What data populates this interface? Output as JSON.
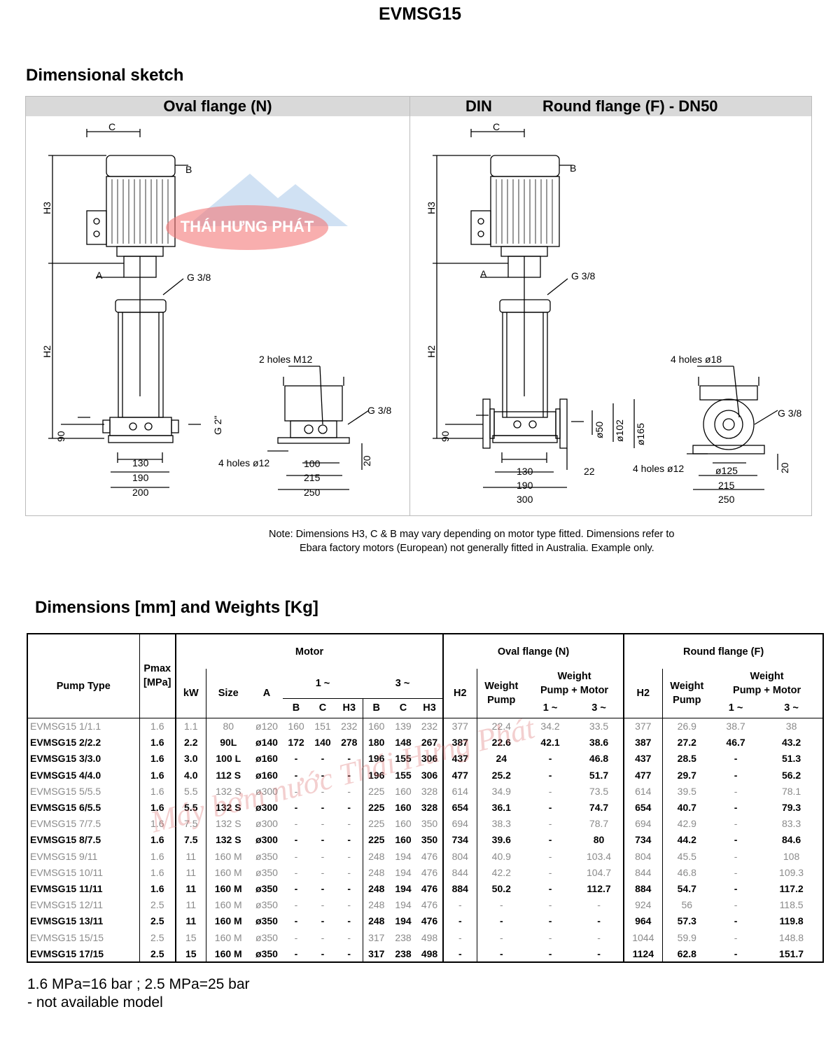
{
  "title": "EVMSG15",
  "sketch": {
    "heading": "Dimensional sketch",
    "oval_header": "Oval flange (N)",
    "din_label": "DIN",
    "round_header": "Round flange (F) - DN50",
    "oval": {
      "c": "C",
      "b": "B",
      "a": "A",
      "h3": "H3",
      "h2": "H2",
      "g38": "G 3/8",
      "g38b": "G 3/8",
      "g2": "G 2\"",
      "v90": "90",
      "d130": "130",
      "d190": "190",
      "d200": "200",
      "holes_m12": "2 holes M12",
      "holes_12": "4 holes ø12",
      "d100": "100",
      "d215": "215",
      "d250": "250",
      "d20": "20"
    },
    "round": {
      "c": "C",
      "b": "B",
      "a": "A",
      "h3": "H3",
      "h2": "H2",
      "g38": "G 3/8",
      "g38b": "G 3/8",
      "v90": "90",
      "d50": "ø50",
      "d102": "ø102",
      "d165": "ø165",
      "d130": "130",
      "d190": "190",
      "d300": "300",
      "d22": "22",
      "holes_18": "4 holes ø18",
      "holes_12": "4 holes ø12",
      "d125": "ø125",
      "d215": "215",
      "d250": "250",
      "d20": "20"
    },
    "watermark_logo": "THÁI HƯNG PHÁT"
  },
  "note": {
    "line1": "Note: Dimensions H3, C & B may vary depending on motor type fitted. Dimensions refer to",
    "line2": "Ebara factory motors (European) not generally fitted in Australia. Example only."
  },
  "table": {
    "heading": "Dimensions [mm] and Weights [Kg]",
    "headers": {
      "pump_type": "Pump Type",
      "pmax": "Pmax\n[MPa]",
      "motor": "Motor",
      "kw": "kW",
      "size": "Size",
      "a": "A",
      "one_phase": "1 ~",
      "three_phase": "3 ~",
      "b": "B",
      "c": "C",
      "h3": "H3",
      "oval": "Oval flange (N)",
      "round": "Round flange (F)",
      "h2": "H2",
      "weight_pump": "Weight\nPump",
      "weight_pm": "Weight\nPump + Motor",
      "w1": "1 ~",
      "w3": "3 ~"
    },
    "rows": [
      [
        "EVMSG15 1/1.1",
        "1.6",
        "1.1",
        "80",
        "ø120",
        "160",
        "151",
        "232",
        "160",
        "139",
        "232",
        "377",
        "22.4",
        "34.2",
        "33.5",
        "377",
        "26.9",
        "38.7",
        "38"
      ],
      [
        "EVMSG15 2/2.2",
        "1.6",
        "2.2",
        "90L",
        "ø140",
        "172",
        "140",
        "278",
        "180",
        "148",
        "267",
        "387",
        "22.6",
        "42.1",
        "38.6",
        "387",
        "27.2",
        "46.7",
        "43.2"
      ],
      [
        "EVMSG15 3/3.0",
        "1.6",
        "3.0",
        "100 L",
        "ø160",
        "-",
        "-",
        "-",
        "196",
        "155",
        "306",
        "437",
        "24",
        "-",
        "46.8",
        "437",
        "28.5",
        "-",
        "51.3"
      ],
      [
        "EVMSG15 4/4.0",
        "1.6",
        "4.0",
        "112 S",
        "ø160",
        "-",
        "-",
        "-",
        "196",
        "155",
        "306",
        "477",
        "25.2",
        "-",
        "51.7",
        "477",
        "29.7",
        "-",
        "56.2"
      ],
      [
        "EVMSG15 5/5.5",
        "1.6",
        "5.5",
        "132 S",
        "ø300",
        "-",
        "-",
        "-",
        "225",
        "160",
        "328",
        "614",
        "34.9",
        "-",
        "73.5",
        "614",
        "39.5",
        "-",
        "78.1"
      ],
      [
        "EVMSG15 6/5.5",
        "1.6",
        "5.5",
        "132 S",
        "ø300",
        "-",
        "-",
        "-",
        "225",
        "160",
        "328",
        "654",
        "36.1",
        "-",
        "74.7",
        "654",
        "40.7",
        "-",
        "79.3"
      ],
      [
        "EVMSG15 7/7.5",
        "1.6",
        "7.5",
        "132 S",
        "ø300",
        "-",
        "-",
        "-",
        "225",
        "160",
        "350",
        "694",
        "38.3",
        "-",
        "78.7",
        "694",
        "42.9",
        "-",
        "83.3"
      ],
      [
        "EVMSG15 8/7.5",
        "1.6",
        "7.5",
        "132 S",
        "ø300",
        "-",
        "-",
        "-",
        "225",
        "160",
        "350",
        "734",
        "39.6",
        "-",
        "80",
        "734",
        "44.2",
        "-",
        "84.6"
      ],
      [
        "EVMSG15 9/11",
        "1.6",
        "11",
        "160 M",
        "ø350",
        "-",
        "-",
        "-",
        "248",
        "194",
        "476",
        "804",
        "40.9",
        "-",
        "103.4",
        "804",
        "45.5",
        "-",
        "108"
      ],
      [
        "EVMSG15 10/11",
        "1.6",
        "11",
        "160 M",
        "ø350",
        "-",
        "-",
        "-",
        "248",
        "194",
        "476",
        "844",
        "42.2",
        "-",
        "104.7",
        "844",
        "46.8",
        "-",
        "109.3"
      ],
      [
        "EVMSG15 11/11",
        "1.6",
        "11",
        "160 M",
        "ø350",
        "-",
        "-",
        "-",
        "248",
        "194",
        "476",
        "884",
        "50.2",
        "-",
        "112.7",
        "884",
        "54.7",
        "-",
        "117.2"
      ],
      [
        "EVMSG15 12/11",
        "2.5",
        "11",
        "160 M",
        "ø350",
        "-",
        "-",
        "-",
        "248",
        "194",
        "476",
        "-",
        "-",
        "-",
        "-",
        "924",
        "56",
        "-",
        "118.5"
      ],
      [
        "EVMSG15 13/11",
        "2.5",
        "11",
        "160 M",
        "ø350",
        "-",
        "-",
        "-",
        "248",
        "194",
        "476",
        "-",
        "-",
        "-",
        "-",
        "964",
        "57.3",
        "-",
        "119.8"
      ],
      [
        "EVMSG15 15/15",
        "2.5",
        "15",
        "160 M",
        "ø350",
        "-",
        "-",
        "-",
        "317",
        "238",
        "498",
        "-",
        "-",
        "-",
        "-",
        "1044",
        "59.9",
        "-",
        "148.8"
      ],
      [
        "EVMSG15 17/15",
        "2.5",
        "15",
        "160 M",
        "ø350",
        "-",
        "-",
        "-",
        "317",
        "238",
        "498",
        "-",
        "-",
        "-",
        "-",
        "1124",
        "62.8",
        "-",
        "151.7"
      ]
    ],
    "row_styles": [
      "light",
      "bold",
      "bold",
      "bold",
      "light",
      "bold",
      "light",
      "bold",
      "light",
      "light",
      "bold",
      "light",
      "bold",
      "light",
      "bold"
    ],
    "watermark_text": "Máy bơm nước Thái Hưng Phát"
  },
  "footnotes": {
    "line1": "1.6 MPa=16 bar ; 2.5 MPa=25 bar",
    "line2": "- not available model"
  }
}
